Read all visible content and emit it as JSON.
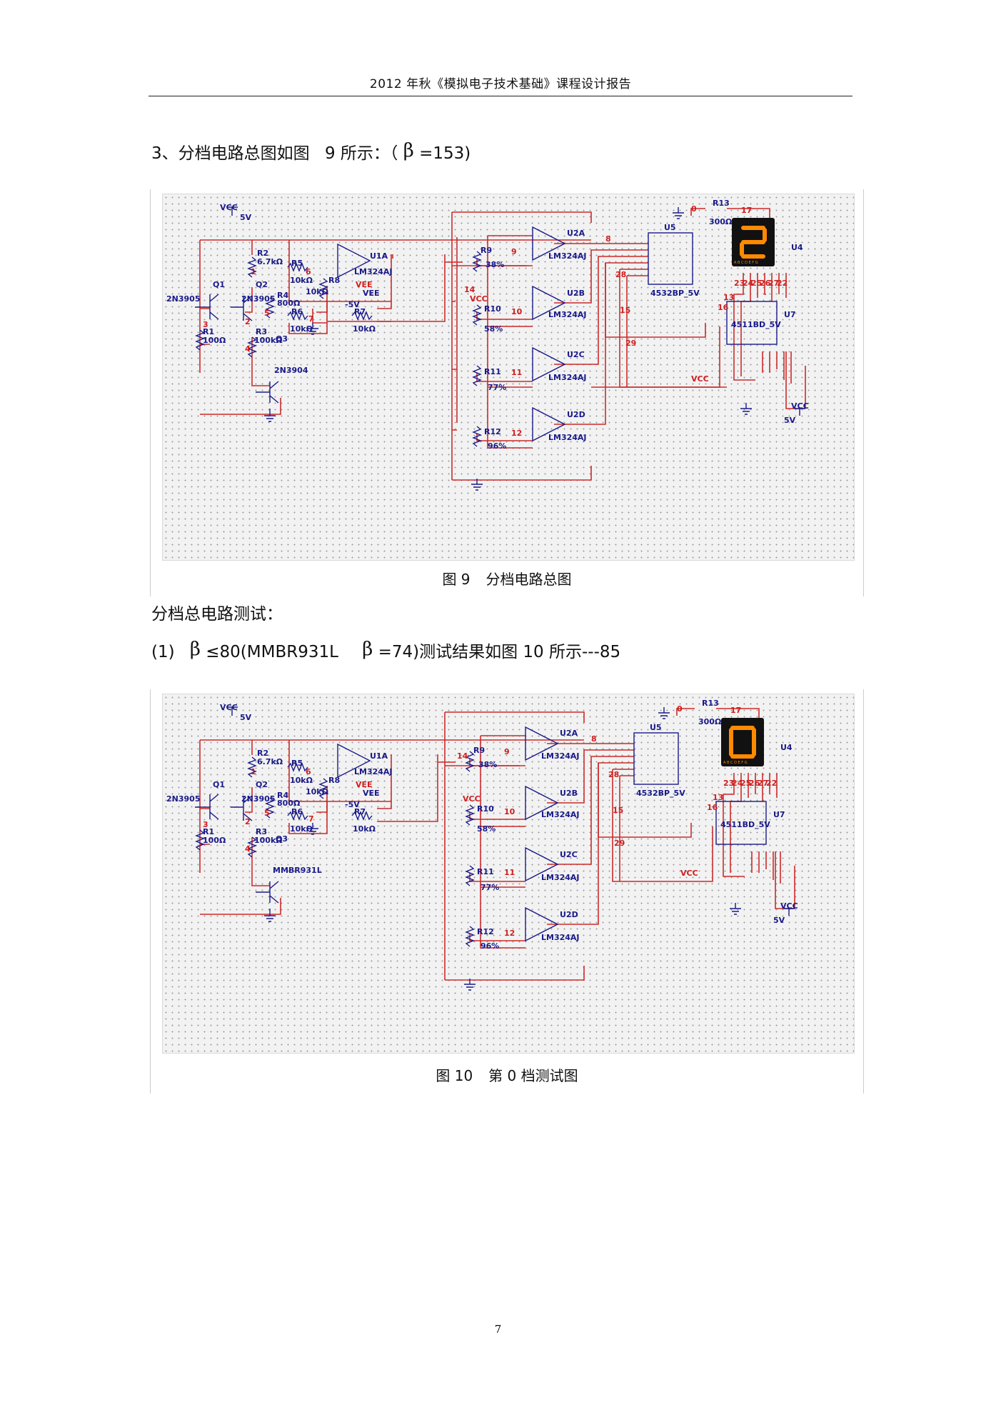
{
  "header": {
    "title": "2012 年秋《模拟电子技术基础》课程设计报告"
  },
  "section": {
    "heading_prefix": "3、分档电路总图如图",
    "heading_fig": "9 所示：（",
    "beta_symbol": "β",
    "heading_beta": "=153)"
  },
  "figure9": {
    "caption_label": "图 9",
    "caption_text": "分档电路总图",
    "display_digit": "2",
    "q3_model": "2N3904"
  },
  "test": {
    "heading": "分档总电路测试：",
    "item_prefix": "(1)",
    "beta_symbol": "β",
    "cond": "≤80(MMBR931L",
    "result": "=74)测试结果如图  10 所示---85"
  },
  "figure10": {
    "caption_label": "图 10",
    "caption_text": "第 0 档测试图",
    "display_digit": "0",
    "q3_model": "MMBR931L"
  },
  "circuit": {
    "vcc": "VCC",
    "v5": "5V",
    "r2": "R2",
    "r2_val": "6.7kΩ",
    "q1": "Q1",
    "q2": "Q2",
    "q1_model": "2N3905",
    "q2_model": "2N3905",
    "r1": "R1",
    "r1_val": "100Ω",
    "r3": "R3",
    "r3_val": "100kΩ",
    "q3": "Q3",
    "r4": "R4",
    "r4_val": "800Ω",
    "r5": "R5",
    "r5_val": "10kΩ",
    "r6": "R6",
    "r6_val": "10kΩ",
    "r7": "R7",
    "r7_val": "10kΩ",
    "r8": "R8",
    "r8_val": "10kΩ",
    "vee": "VEE",
    "vneg": "-5V",
    "u1a": "U1A",
    "u2a": "U2A",
    "u2b": "U2B",
    "u2c": "U2C",
    "u2d": "U2D",
    "opamp": "LM324AJ",
    "r9": "R9",
    "r9_pct": "38%",
    "r10": "R10",
    "r10_pct": "58%",
    "r11": "R11",
    "r11_pct": "77%",
    "r12": "R12",
    "r12_pct": "96%",
    "u5": "U5",
    "u5_model": "4532BP_5V",
    "u7": "U7",
    "u7_model": "4511BD_5V",
    "u4": "U4",
    "r13": "R13",
    "r13_val": "300Ω",
    "nets": [
      "0",
      "17",
      "8",
      "9",
      "10",
      "11",
      "12",
      "14",
      "15",
      "28",
      "29",
      "6",
      "7",
      "5",
      "1",
      "2",
      "3",
      "4",
      "13",
      "16",
      "23",
      "24",
      "25",
      "26",
      "27",
      "22"
    ]
  },
  "colors": {
    "wire": "#cc2b2b",
    "component": "#1a1a8a",
    "display_on": "#ff8a00",
    "display_bg": "#111111"
  },
  "page_number": "7"
}
